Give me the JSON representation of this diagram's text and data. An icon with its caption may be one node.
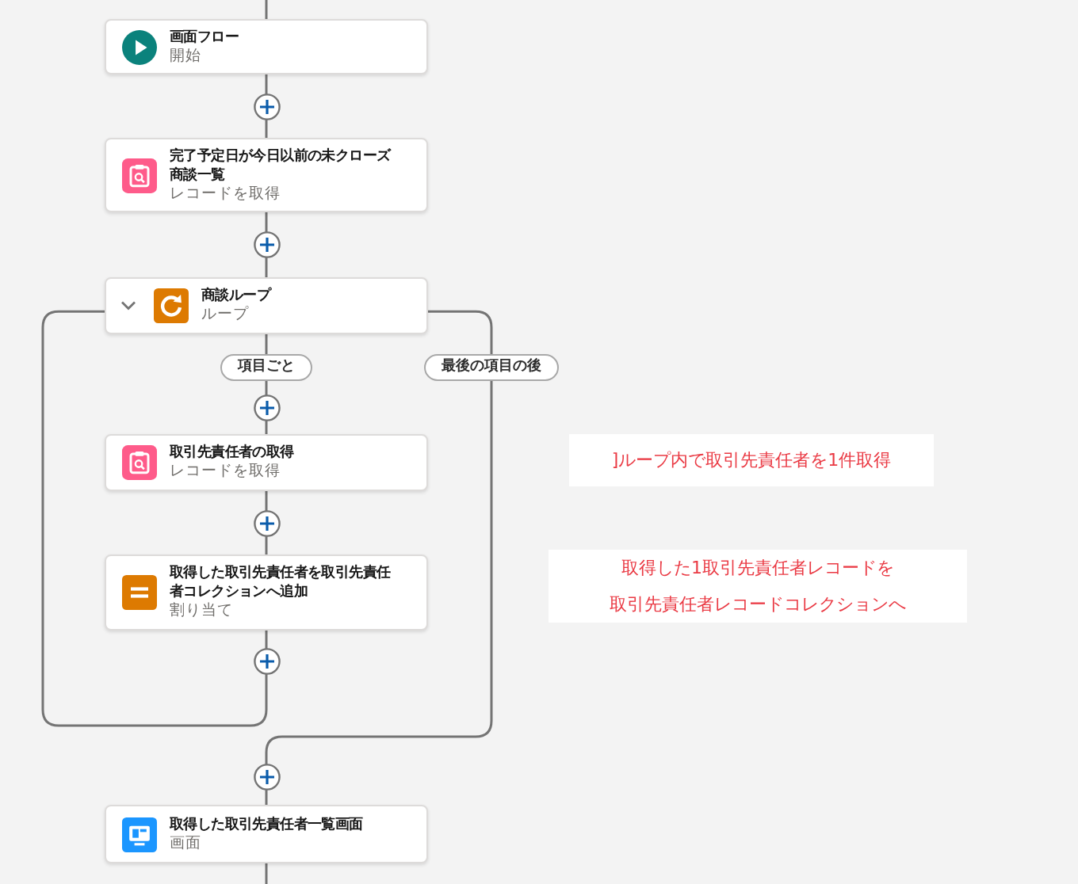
{
  "diagram": {
    "nodes": [
      {
        "text": [
          "画面フロー",
          "開始"
        ]
      },
      {
        "text": [
          "完了予定日が今日以前の未クローズ商談一覧",
          "レコードを取得"
        ]
      },
      {
        "text": [
          "商談ループ",
          "ループ"
        ]
      },
      {
        "text": [
          "取引先責任者の取得",
          "レコードを取得"
        ]
      },
      {
        "text": [
          "取得した取引先責任者を取引先責任者コレクションへ追加",
          "割り当て"
        ]
      },
      {
        "text": [
          "取得した取引先責任者一覧画面",
          "画面"
        ]
      },
      {
        "text": [
          "]ループ内で取引先責任者を1件取得"
        ]
      },
      {
        "text": [
          "取得した1取引先責任者レコードを",
          "取引先責任者レコードコレクションへ"
        ]
      }
    ],
    "edges": [
      {
        "from": null,
        "to": 0,
        "arrow": "none"
      },
      {
        "from": 0,
        "to": 1,
        "arrow": "none"
      },
      {
        "from": 1,
        "to": 2,
        "arrow": "none"
      },
      {
        "from": 2,
        "to": 3,
        "arrow": "none",
        "label": "項目ごと"
      },
      {
        "from": 3,
        "to": 4,
        "arrow": "none"
      },
      {
        "from": 4,
        "to": 2,
        "arrow": "none"
      },
      {
        "from": 2,
        "to": 5,
        "arrow": "none",
        "label": "最後の項目の後"
      },
      {
        "from": 5,
        "to": null,
        "arrow": "none"
      }
    ]
  }
}
